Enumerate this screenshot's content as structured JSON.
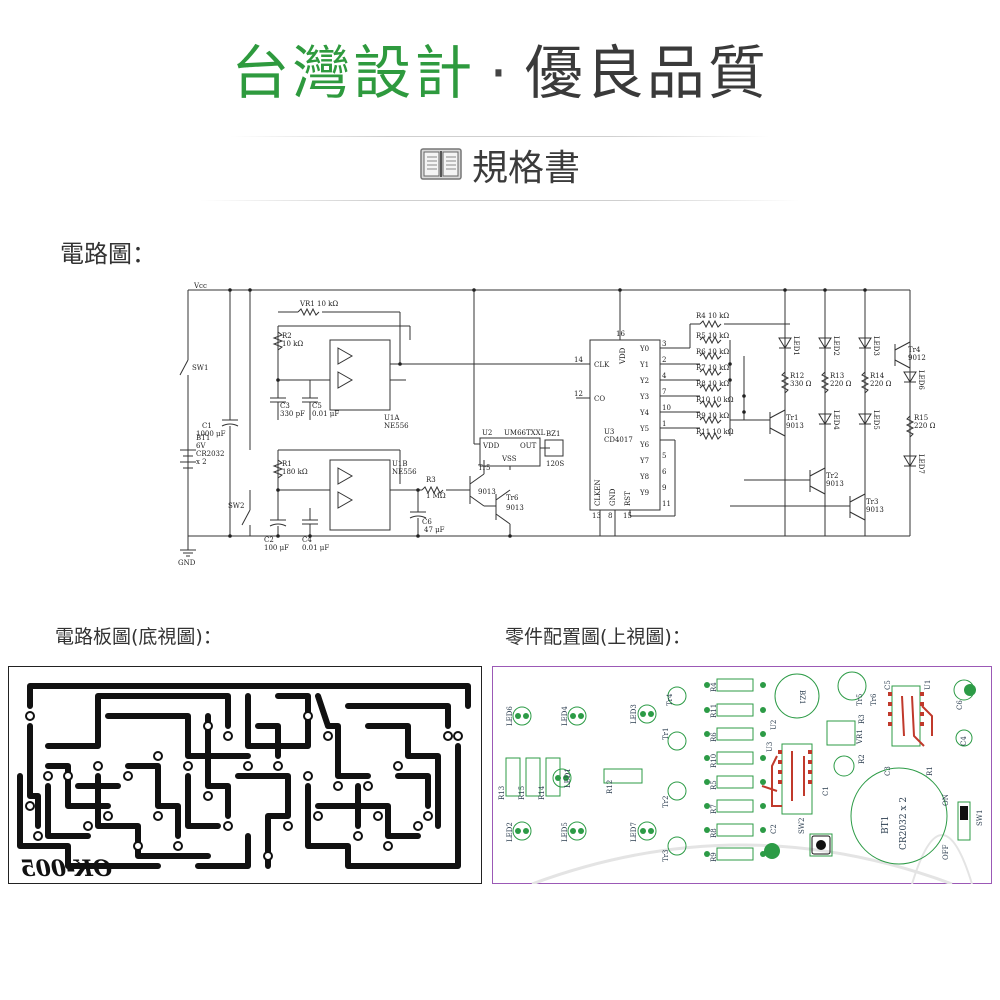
{
  "header": {
    "title_left": "台灣設計",
    "separator": "·",
    "title_right": "優良品質",
    "spec_title": "規格書",
    "accent_color": "#2e9a3e",
    "spec_icon": "open-book-icon"
  },
  "sections": {
    "schematic_label": "電路圖：",
    "pcb_bottom_label": "電路板圖(底視圖)：",
    "layout_top_label": "零件配置圖(上視圖)："
  },
  "schematic": {
    "vcc": "Vcc",
    "gnd": "GND",
    "sw1": "SW1",
    "sw2": "SW2",
    "bt1": [
      "BT1",
      "6V",
      "CR2032",
      "x 2"
    ],
    "c1": [
      "C1",
      "1000 μF"
    ],
    "c2": [
      "C2",
      "100 μF"
    ],
    "c3": [
      "C3",
      "330 pF"
    ],
    "c4": [
      "C4",
      "0.01 μF"
    ],
    "c5": [
      "C5",
      "0.01 μF"
    ],
    "c6": [
      "C6",
      "47 μF"
    ],
    "vr1": "VR1   10 kΩ",
    "r1": [
      "R1",
      "180 kΩ"
    ],
    "r2": [
      "R2",
      "10 kΩ"
    ],
    "r3": [
      "R3",
      "1 MΩ"
    ],
    "u1a": [
      "U1A",
      "NE556"
    ],
    "u1b": [
      "U1B",
      "NE556"
    ],
    "u2": [
      "U2",
      "UM66TXXL",
      "VDD",
      "OUT",
      "VSS"
    ],
    "bz1": [
      "BZ1",
      "120S"
    ],
    "u3": [
      "U3",
      "CD4017"
    ],
    "tr5": [
      "Tr5",
      "9013"
    ],
    "tr6": [
      "Tr6",
      "9013"
    ],
    "u3_left_pins": [
      "14",
      "12"
    ],
    "u3_left_names": [
      "CLK",
      "CO"
    ],
    "u3_bottom_pins": [
      "13",
      "8",
      "15"
    ],
    "u3_bottom_names": [
      "CLKEN",
      "GND",
      "RST"
    ],
    "u3_top": [
      "16",
      "VDD"
    ],
    "u3_outputs": [
      "Y0",
      "Y1",
      "Y2",
      "Y3",
      "Y4",
      "Y5",
      "Y6",
      "Y7",
      "Y8",
      "Y9"
    ],
    "u3_output_pins": [
      "3",
      "2",
      "4",
      "7",
      "10",
      "1",
      "5",
      "6",
      "9",
      "11"
    ],
    "resistors": [
      "R4   10 kΩ",
      "R5   10 kΩ",
      "R6   10 kΩ",
      "R7   10 kΩ",
      "R8   10 kΩ",
      "R10  10 kΩ",
      "R9   10 kΩ",
      "R11  10 kΩ"
    ],
    "r12": [
      "R12",
      "330 Ω"
    ],
    "r13": [
      "R13",
      "220 Ω"
    ],
    "r14": [
      "R14",
      "220 Ω"
    ],
    "r15": [
      "R15",
      "220 Ω"
    ],
    "tr1": [
      "Tr1",
      "9013"
    ],
    "tr2": [
      "Tr2",
      "9013"
    ],
    "tr3": [
      "Tr3",
      "9013"
    ],
    "tr4": [
      "Tr4",
      "9012"
    ],
    "leds": [
      "LED1",
      "LED2",
      "LED3",
      "LED4",
      "LED5",
      "LED6",
      "LED7"
    ]
  },
  "pcb_bottom": {
    "board_id": "OK-005"
  },
  "layout_top": {
    "labels": [
      "LED6",
      "LED4",
      "LED3",
      "LED1",
      "LED2",
      "LED5",
      "LED7",
      "R13",
      "R15",
      "R14",
      "R12",
      "Tr1",
      "Tr2",
      "Tr3",
      "Tr4",
      "R4",
      "R11",
      "R6",
      "R10",
      "R5",
      "R7",
      "R8",
      "R9",
      "BZ1",
      "U2",
      "VR1",
      "U3",
      "C2",
      "C1",
      "SW2",
      "R3",
      "R2",
      "Tr5",
      "Tr6",
      "C5",
      "U1",
      "C6",
      "C4",
      "C3",
      "R1",
      "BT1",
      "CR2032 x 2",
      "OFF",
      "ON",
      "SW1"
    ]
  }
}
